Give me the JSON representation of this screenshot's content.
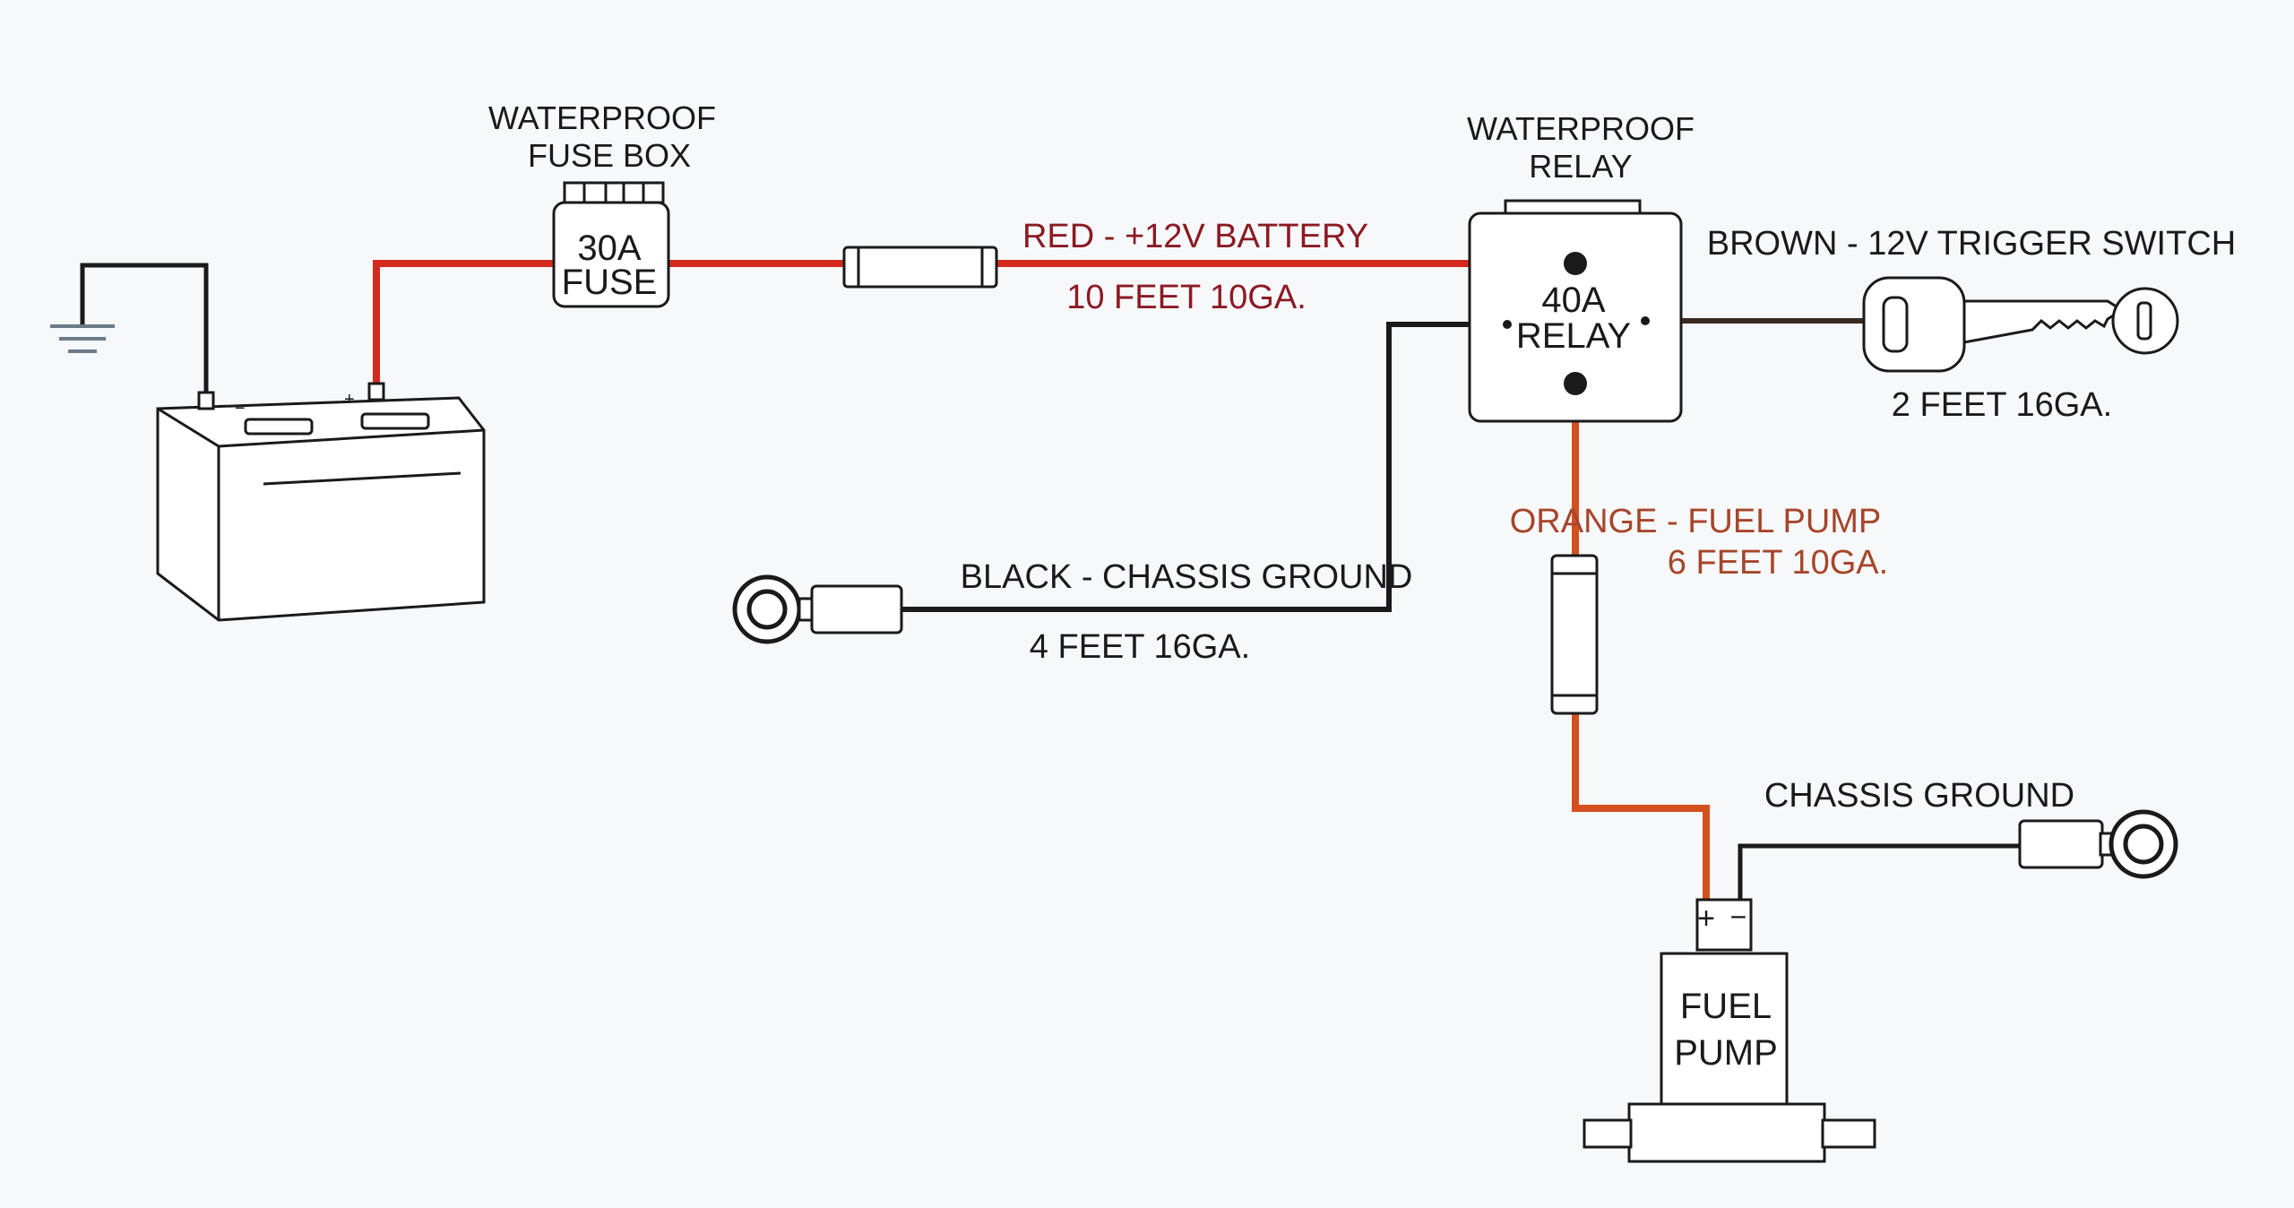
{
  "colors": {
    "red_wire": "#d42a1d",
    "orange_wire": "#d4501e",
    "black_wire": "#1a1a1a",
    "brown_wire": "#3a2a22",
    "red_text": "#8b1a24",
    "orange_text": "#a6452a",
    "black_text": "#1a1a1a",
    "background": "#f7f8fa"
  },
  "components": {
    "fuse_box": {
      "title_line1": "WATERPROOF",
      "title_line2": "FUSE BOX",
      "inner_line1": "30A",
      "inner_line2": "FUSE"
    },
    "relay": {
      "title_line1": "WATERPROOF",
      "title_line2": "RELAY",
      "inner_line1": "40A",
      "inner_line2": "RELAY"
    },
    "fuel_pump": {
      "line1": "FUEL",
      "line2": "PUMP",
      "plus": "+",
      "minus": "−"
    },
    "battery": {
      "plus": "+",
      "minus": "−"
    }
  },
  "wires": {
    "red": {
      "label": "RED - +12V BATTERY",
      "length": "10 FEET 10GA."
    },
    "brown": {
      "label": "BROWN - 12V TRIGGER SWITCH",
      "length": "2 FEET 16GA."
    },
    "black": {
      "label": "BLACK - CHASSIS GROUND",
      "length": "4 FEET 16GA."
    },
    "orange": {
      "label": "ORANGE - FUEL PUMP",
      "length": "6 FEET 10GA."
    },
    "pump_ground": {
      "label": "CHASSIS GROUND"
    }
  }
}
